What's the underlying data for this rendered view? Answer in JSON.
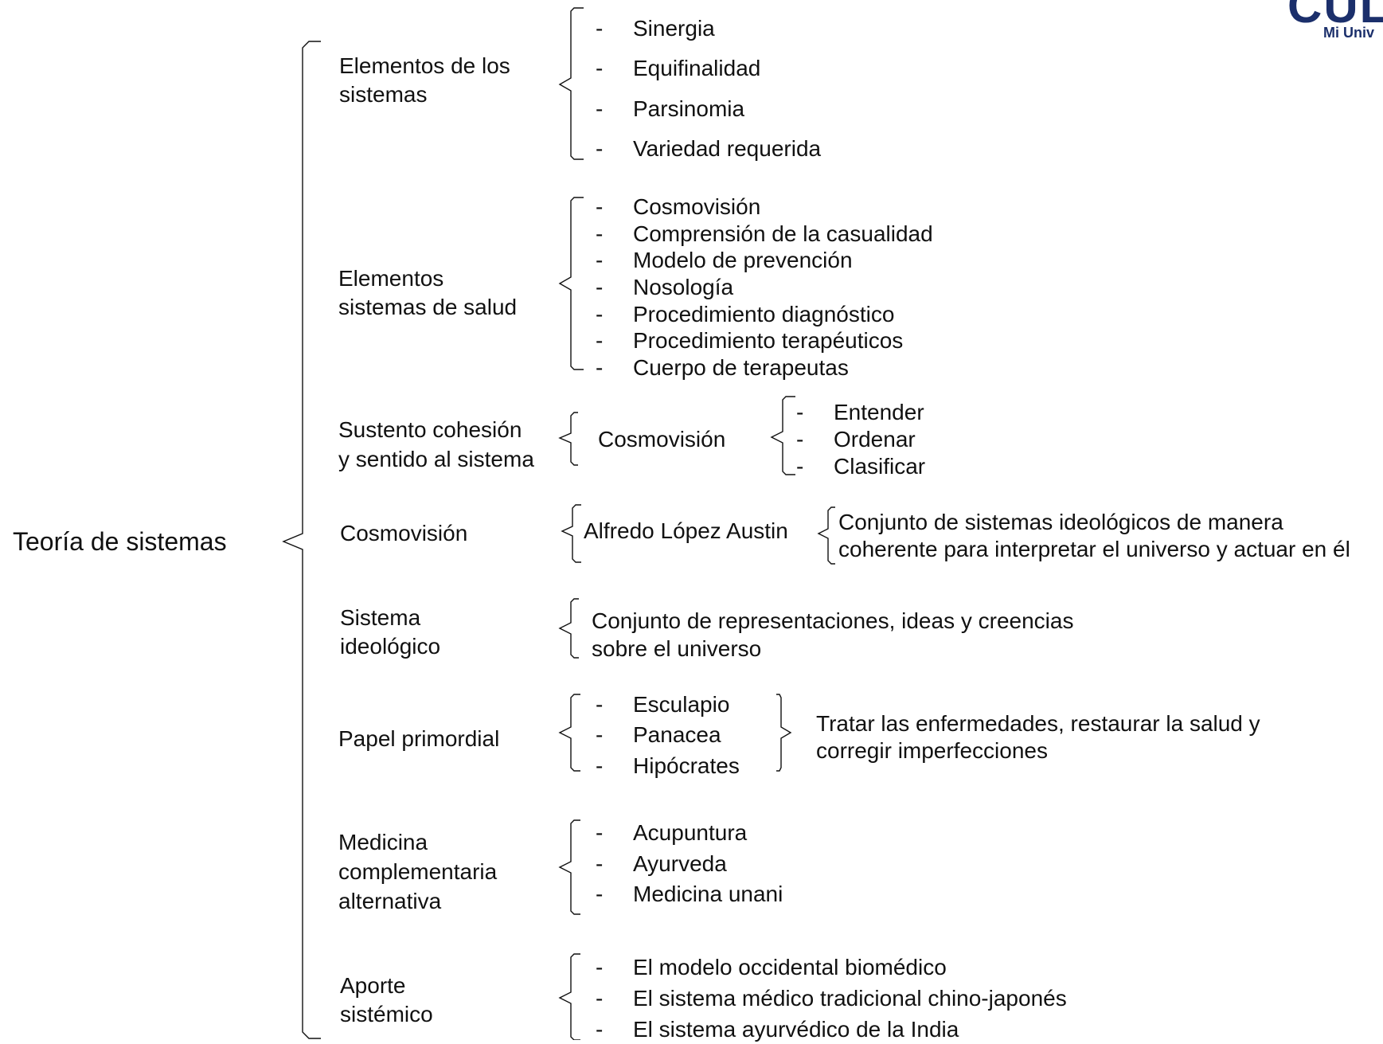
{
  "root": "Teoría de sistemas",
  "logo": {
    "word": "CUL",
    "sub": "Mi Univ"
  },
  "branches": [
    {
      "label": [
        "Elementos de los",
        "sistemas"
      ],
      "items": [
        "Sinergia",
        "Equifinalidad",
        "Parsinomia",
        "Variedad requerida"
      ]
    },
    {
      "label": [
        "Elementos",
        "sistemas de salud"
      ],
      "items": [
        "Cosmovisión",
        "Comprensión de la casualidad",
        "Modelo de prevención",
        "Nosología",
        "Procedimiento diagnóstico",
        "Procedimiento terapéuticos",
        "Cuerpo de terapeutas"
      ]
    },
    {
      "label": [
        "Sustento cohesión",
        "y sentido al sistema"
      ],
      "sub": "Cosmovisión",
      "items": [
        "Entender",
        "Ordenar",
        "Clasificar"
      ]
    },
    {
      "label": [
        "Cosmovisión"
      ],
      "sub": "Alfredo López Austin",
      "definition": [
        "Conjunto de sistemas ideológicos de manera",
        "coherente para interpretar el universo y actuar en él"
      ]
    },
    {
      "label": [
        "Sistema",
        "ideológico"
      ],
      "definition": [
        "Conjunto de representaciones, ideas y creencias",
        "sobre el universo"
      ]
    },
    {
      "label": [
        "Papel primordial"
      ],
      "items": [
        "Esculapio",
        "Panacea",
        "Hipócrates"
      ],
      "definition": [
        "Tratar las enfermedades, restaurar la salud y",
        "corregir imperfecciones"
      ]
    },
    {
      "label": [
        "Medicina",
        "complementaria",
        "alternativa"
      ],
      "items": [
        "Acupuntura",
        "Ayurveda",
        "Medicina unani"
      ]
    },
    {
      "label": [
        "Aporte",
        "sistémico"
      ],
      "items": [
        "El modelo occidental biomédico",
        "El sistema médico tradicional chino-japonés",
        "El sistema ayurvédico de la India"
      ]
    }
  ]
}
